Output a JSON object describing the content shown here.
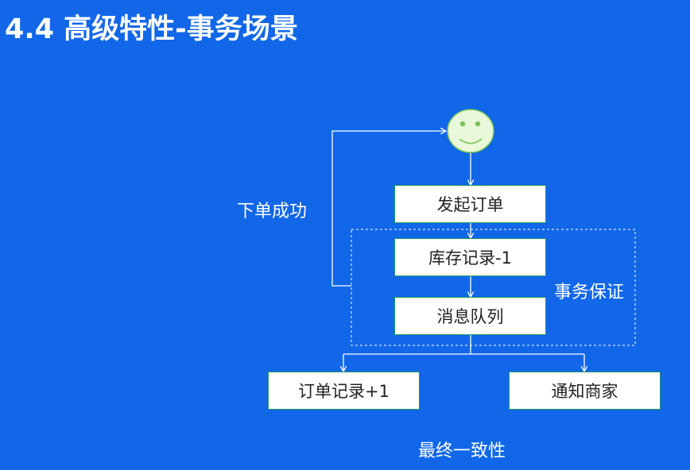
{
  "slide": {
    "title": "4.4 高级特性-事务场景"
  },
  "diagram": {
    "nodes": {
      "start": "smiley-face",
      "create_order": "发起订单",
      "stock_minus": "库存记录-1",
      "message_queue": "消息队列",
      "order_plus": "订单记录+1",
      "notify_merchant": "通知商家"
    },
    "labels": {
      "order_success": "下单成功",
      "transaction_guarantee": "事务保证",
      "eventual_consistency": "最终一致性"
    },
    "colors": {
      "background": "#1167e8",
      "face_fill": "#e8f8d8",
      "face_stroke": "#7cc35a",
      "box_border": "#1f9a63"
    }
  }
}
